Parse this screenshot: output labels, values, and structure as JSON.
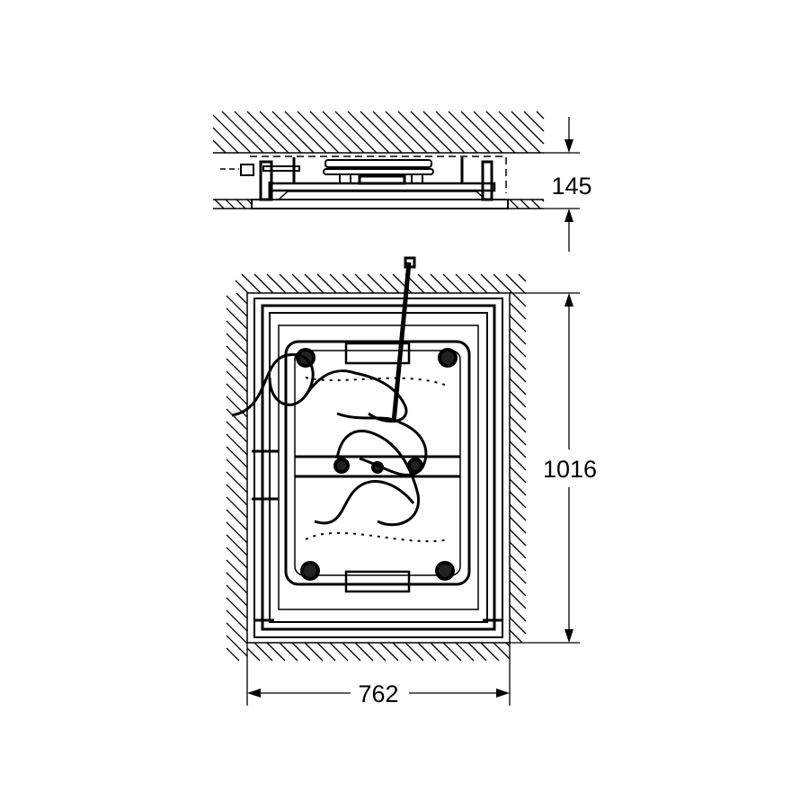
{
  "drawing": {
    "views": [
      "side-section",
      "plan"
    ],
    "dimensions": {
      "height": "145",
      "length": "1016",
      "width": "762"
    },
    "colors": {
      "line": "#000000",
      "background": "#ffffff"
    }
  }
}
